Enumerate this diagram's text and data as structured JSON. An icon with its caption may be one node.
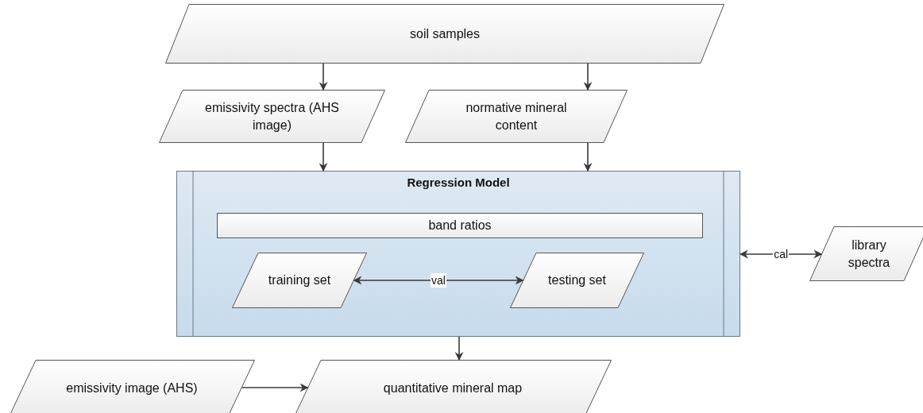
{
  "diagram": {
    "nodes": [
      {
        "text": [
          "soil samples"
        ]
      },
      {
        "text": [
          "emissivity spectra (AHS image)"
        ]
      },
      {
        "text": [
          "normative mineral content"
        ]
      },
      {
        "text": [
          "Regression Model"
        ]
      },
      {
        "text": [
          "band ratios"
        ],
        "in": 3
      },
      {
        "text": [
          "training set"
        ],
        "in": 3
      },
      {
        "text": [
          "testing set"
        ],
        "in": 3
      },
      {
        "text": [
          "library spectra"
        ]
      },
      {
        "text": [
          "emissivity image (AHS)"
        ]
      },
      {
        "text": [
          "quantitative mineral map"
        ]
      }
    ],
    "edges": [
      {
        "from": 0,
        "to": 1,
        "arrow": "to"
      },
      {
        "from": 0,
        "to": 2,
        "arrow": "to"
      },
      {
        "from": 1,
        "to": 3,
        "arrow": "to"
      },
      {
        "from": 2,
        "to": 3,
        "arrow": "to"
      },
      {
        "from": 5,
        "to": 6,
        "arrow": "both",
        "label": "val"
      },
      {
        "from": 3,
        "to": 7,
        "arrow": "both",
        "label": "cal"
      },
      {
        "from": 3,
        "to": 9,
        "arrow": "to"
      },
      {
        "from": 8,
        "to": 9,
        "arrow": "to"
      }
    ]
  }
}
